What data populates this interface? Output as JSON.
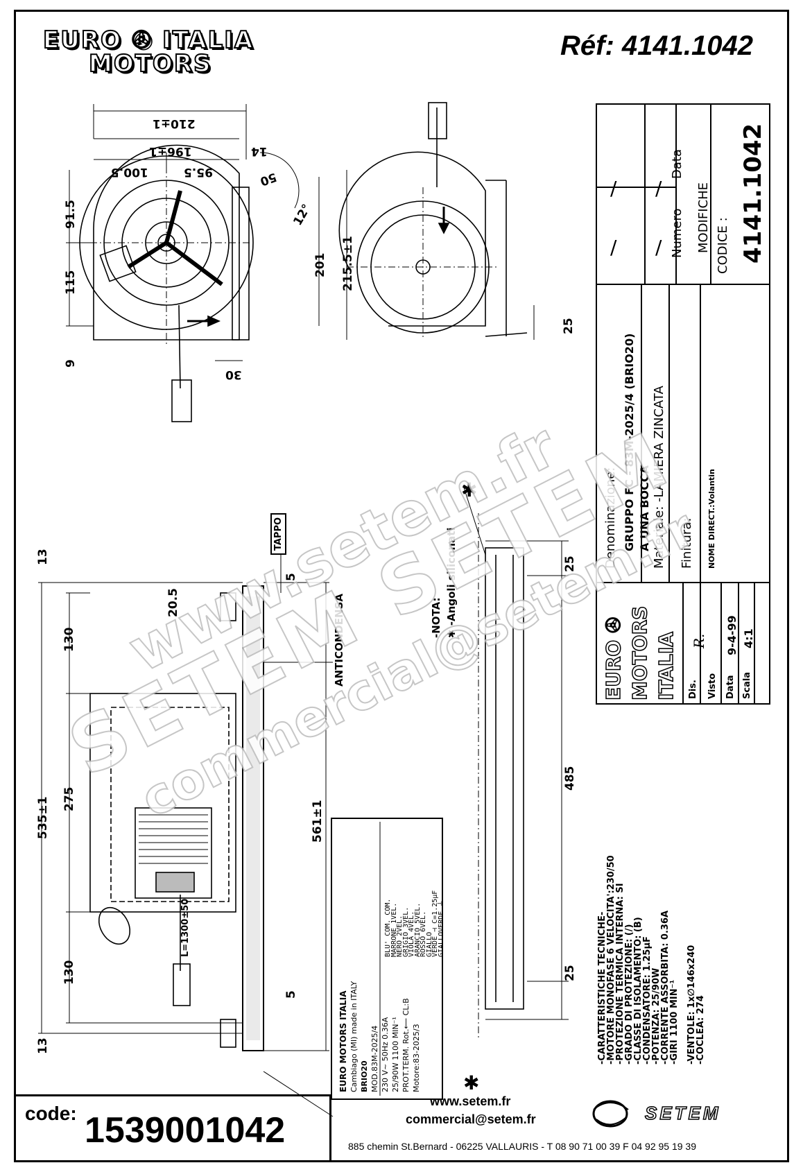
{
  "header": {
    "brand_line1": "EURO ✇ ITALIA",
    "brand_line2": "MOTORS",
    "reference": "Réf:  4141.1042"
  },
  "top_views": {
    "dim_210": "210±1",
    "dim_196": "196±1",
    "dim_100_5": "100.5",
    "dim_95_5": "95.5",
    "dim_14": "14",
    "dim_50": "50",
    "dim_12deg": "12°",
    "dim_91_5": "91.5",
    "dim_115": "115",
    "dim_9": "9",
    "dim_30": "30",
    "dim_201": "201",
    "dim_215_5": "215.5±1",
    "dim_25": "25"
  },
  "title_block": {
    "numero": "Numero",
    "data": "Data",
    "modifiche": "MODIFICHE",
    "codice_label": "CODICE :",
    "codice_value": "4141.1042",
    "slash_1": "/",
    "slash_2": "/",
    "slash_3": "/",
    "slash_4": "/",
    "denominazione_label": "Denominazione:",
    "denominazione_value_1": "GRUPPO FC - 83M-2025/4   (BRIO20)",
    "denominazione_value_2": "A UNA BOCCA",
    "materiale": "Materiale: -LAMIERA ZINCATA",
    "finitura": "Finitura:",
    "nome": "NOME DIRECT.:Volantin",
    "logo_1": "EURO ✇",
    "logo_2": "MOTORS",
    "logo_3": "ITALIA",
    "dis_label": "Dis.",
    "dis_value": "R.",
    "visto_label": "Visto",
    "data_label": "Data",
    "data_value": "9-4-99",
    "scala_label": "Scala",
    "scala_value": "4:1"
  },
  "bottom_views": {
    "dim_13_top": "13",
    "dim_13_bottom": "13",
    "dim_535": "535±1",
    "dim_130_top": "130",
    "dim_275": "275",
    "dim_130_bottom": "130",
    "dim_20_5": "20.5",
    "dim_5_top": "5",
    "dim_5_bottom": "5",
    "dim_561": "561±1",
    "tappo": "TAPPO",
    "anticondensa": "ANTICONDENSA",
    "cable": "L=1300±50",
    "nota": "-NOTA:",
    "angoli": "✱ -Angoli siliconati",
    "dim_25_top": "25",
    "dim_485": "485",
    "dim_25_bottom": "25",
    "star": "✱"
  },
  "label_plate": {
    "line1": "EURO MOTORS ITALIA",
    "line2": "Cambiago (MI) made in ITALY",
    "line3": "BRIO20",
    "line4": "MOD.83M-2025/4",
    "line5": "230 V~ 50Hz   0.36A",
    "line6": "25/90W   1100 MIN⁻¹",
    "line7": "PROT.TERM. Rot.⟵    CL:B",
    "line8": "Motore:83-2025/3",
    "wires": [
      "BLU' COM. COM.",
      "MARRONE 1VEL.",
      "NERO    2VEL.",
      "GRIGIO  3VEL.",
      "VIOLA   4VEL.",
      "ARANCIO 5VEL.",
      "ROSSO   6VEL.",
      "GIALLO",
      "VERDE  ⊣ C=1.25µF",
      "GIALLOVERDE ⏚"
    ]
  },
  "specs": {
    "title": "-CARATTERISTICHE TECNICHE-",
    "lines": [
      "-MOTORE MONOFASE 6 VELOCITA':230/50",
      "-PROTEZIONE TERMICA INTERNA: SI",
      "-GRADO DI PROTEZIONE: (/)",
      "-CLASSE DI ISOLAMENTO: (B)",
      "-CONDENSATORE: 1.25µF",
      "-POTENZA: 25/90W",
      "-CORRENTE ASSORBITA: 0.36A",
      "-GIRI 1100 MIN⁻¹",
      "",
      "-VENTOLE: 1x∅146x240",
      "-COCLEA: 274"
    ]
  },
  "watermarks": {
    "w1": "www.setem.fr",
    "w2": "SETEM SETEM",
    "w3": "commercial@setem.fr"
  },
  "footer": {
    "code_label": "code:",
    "code_value": "1539001042",
    "website": "www.setem.fr",
    "email": "commercial@setem.fr",
    "address": "885 chemin St.Bernard  -  06225 VALLAURIS  -  T 08 90 71 00 39   F 04 92 95 19 39",
    "setem_logo": "SETEM"
  }
}
